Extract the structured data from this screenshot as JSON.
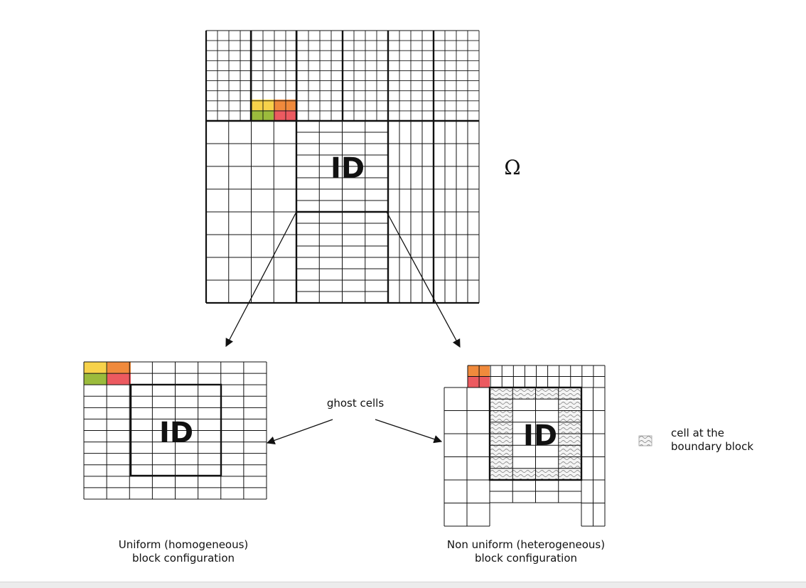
{
  "diagram": {
    "domain_symbol": "Ω",
    "block_id_label": "ID",
    "ghost_cells_label": "ghost cells",
    "legend": {
      "line1": "cell at the",
      "line2": "boundary block"
    },
    "captions": {
      "uniform_line1": "Uniform (homogeneous)",
      "uniform_line2": "block configuration",
      "nonuniform_line1": "Non uniform (heterogeneous)",
      "nonuniform_line2": "block configuration"
    },
    "colors": {
      "yellow": "#f7d24a",
      "orange": "#f08a3c",
      "green": "#9bbb3c",
      "red": "#ec5a60",
      "line": "#111111",
      "boundary_hatch": "#9a9a9a"
    }
  }
}
